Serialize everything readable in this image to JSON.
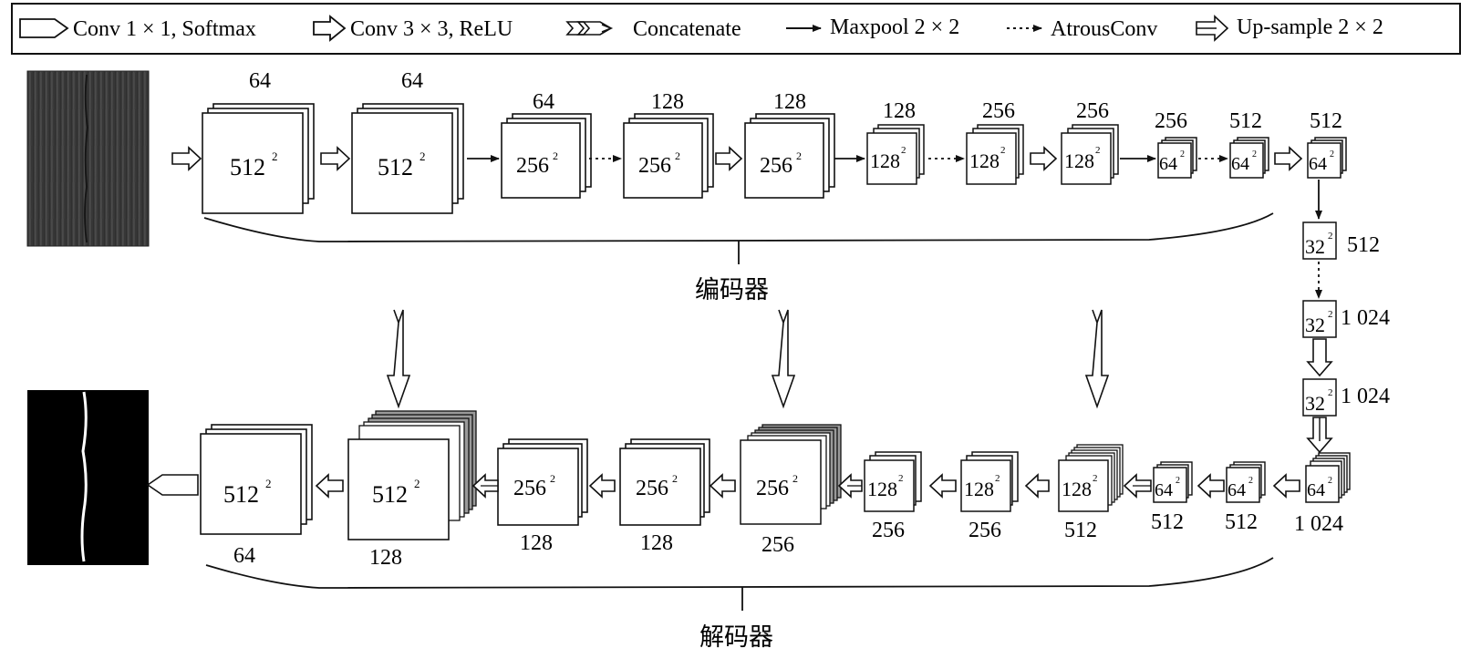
{
  "legend": {
    "conv1": "Conv 1 × 1, Softmax",
    "conv3": "Conv 3 × 3, ReLU",
    "concat": "Concatenate",
    "maxpool": "Maxpool 2 × 2",
    "atrous": "AtrousConv",
    "upsample": "Up-sample 2 × 2"
  },
  "encoder_label": "编码器",
  "decoder_label": "解码器",
  "images": {
    "input": "crack surface photograph (grey wood-like texture)",
    "output": "binary crack segmentation mask"
  },
  "encoder_blocks": [
    {
      "size": "512",
      "channels": "64"
    },
    {
      "size": "512",
      "channels": "64"
    },
    {
      "size": "256",
      "channels": "64"
    },
    {
      "size": "256",
      "channels": "128"
    },
    {
      "size": "256",
      "channels": "128"
    },
    {
      "size": "128",
      "channels": "128"
    },
    {
      "size": "128",
      "channels": "256"
    },
    {
      "size": "128",
      "channels": "256"
    },
    {
      "size": "64",
      "channels": "256"
    },
    {
      "size": "64",
      "channels": "512"
    },
    {
      "size": "64",
      "channels": "512"
    }
  ],
  "bottleneck_blocks": [
    {
      "size": "32",
      "channels": "512"
    },
    {
      "size": "32",
      "channels": "1 024"
    },
    {
      "size": "32",
      "channels": "1 024"
    }
  ],
  "decoder_blocks": [
    {
      "size": "64",
      "channels": "1 024"
    },
    {
      "size": "64",
      "channels": "512"
    },
    {
      "size": "64",
      "channels": "512"
    },
    {
      "size": "128",
      "channels": "512"
    },
    {
      "size": "128",
      "channels": "256"
    },
    {
      "size": "128",
      "channels": "256"
    },
    {
      "size": "256",
      "channels": "256"
    },
    {
      "size": "256",
      "channels": "128"
    },
    {
      "size": "256",
      "channels": "128"
    },
    {
      "size": "512",
      "channels": "128"
    },
    {
      "size": "512",
      "channels": "64"
    }
  ],
  "superscript": "2"
}
